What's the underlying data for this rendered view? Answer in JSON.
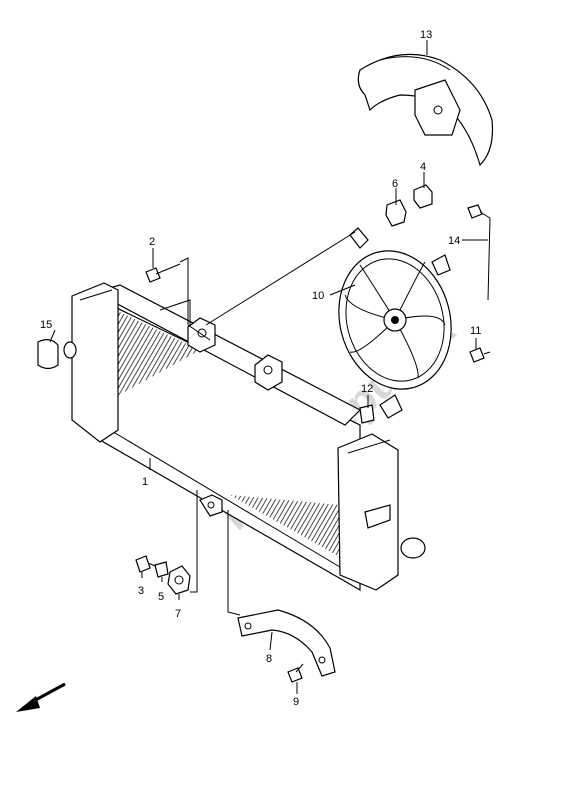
{
  "watermark": "PartsRepublik",
  "parts": [
    {
      "id": "radiator",
      "number": "1"
    },
    {
      "id": "bolt-upper",
      "number": "2"
    },
    {
      "id": "bolt-lower",
      "number": "3"
    },
    {
      "id": "cushion-upper",
      "number": "4"
    },
    {
      "id": "collar",
      "number": "5"
    },
    {
      "id": "grommet-upper",
      "number": "6"
    },
    {
      "id": "grommet-lower",
      "number": "7"
    },
    {
      "id": "bracket",
      "number": "8"
    },
    {
      "id": "bracket-bolt",
      "number": "9"
    },
    {
      "id": "cooling-fan",
      "number": "10"
    },
    {
      "id": "fan-bolt",
      "number": "11"
    },
    {
      "id": "clip",
      "number": "12"
    },
    {
      "id": "fan-cover",
      "number": "13"
    },
    {
      "id": "wire-clamp",
      "number": "14"
    },
    {
      "id": "cap",
      "number": "15"
    }
  ]
}
